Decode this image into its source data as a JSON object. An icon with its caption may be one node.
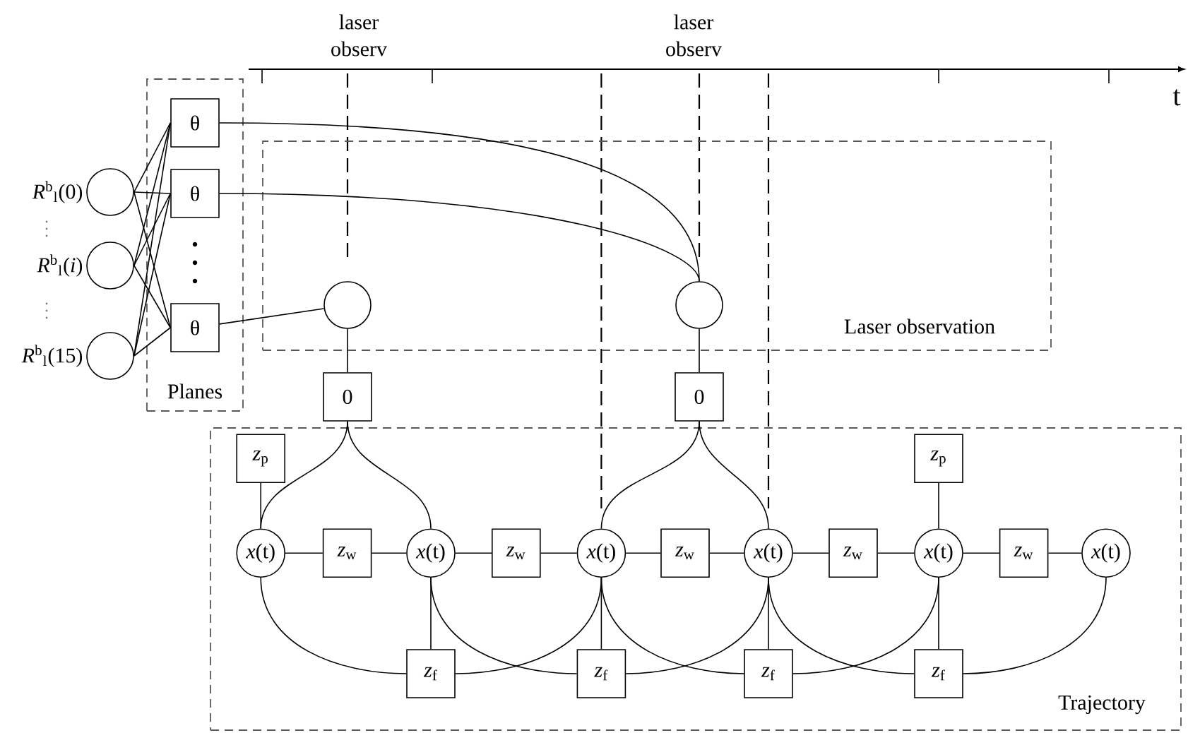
{
  "diagram": {
    "nodes": [
      {
        "text": [],
        "shape": "circle",
        "beside": [
          "*R*$^{b}$$_{l}$(0)"
        ]
      },
      {
        "text": [],
        "shape": "circle",
        "beside": [
          "*R*$^{b}$$_{l}$(*i*)"
        ]
      },
      {
        "text": [],
        "shape": "circle",
        "beside": [
          "*R*$^{b}$$_{l}$(15)"
        ]
      },
      {
        "text": [
          "Planes"
        ]
      },
      {
        "text": [
          "θ"
        ],
        "in": 3
      },
      {
        "text": [
          "θ"
        ],
        "in": 3
      },
      {
        "text": [
          "θ"
        ],
        "in": 3
      },
      {
        "text": [
          "Laser observation"
        ]
      },
      {
        "text": [],
        "shape": "circle",
        "in": 7
      },
      {
        "text": [],
        "shape": "circle",
        "in": 7
      },
      {
        "text": [
          "0"
        ]
      },
      {
        "text": [
          "0"
        ]
      },
      {
        "text": [
          "Trajectory"
        ]
      },
      {
        "text": [
          "*z*$_{p}$"
        ],
        "in": 12
      },
      {
        "text": [
          "*z*$_{p}$"
        ],
        "in": 12
      },
      {
        "text": [
          "*x*(t)"
        ],
        "in": 12
      },
      {
        "text": [
          "*z*$_{w}$"
        ],
        "in": 12
      },
      {
        "text": [
          "*x*(t)"
        ],
        "in": 12
      },
      {
        "text": [
          "*z*$_{w}$"
        ],
        "in": 12
      },
      {
        "text": [
          "*x*(t)"
        ],
        "in": 12
      },
      {
        "text": [
          "*z*$_{w}$"
        ],
        "in": 12
      },
      {
        "text": [
          "*x*(t)"
        ],
        "in": 12
      },
      {
        "text": [
          "*z*$_{w}$"
        ],
        "in": 12
      },
      {
        "text": [
          "*x*(t)"
        ],
        "in": 12
      },
      {
        "text": [
          "*z*$_{w}$"
        ],
        "in": 12
      },
      {
        "text": [
          "*x*(t)"
        ],
        "in": 12
      },
      {
        "text": [
          "*z*$_{f}$"
        ],
        "in": 12
      },
      {
        "text": [
          "*z*$_{f}$"
        ],
        "in": 12
      },
      {
        "text": [
          "*z*$_{f}$"
        ],
        "in": 12
      },
      {
        "text": [
          "*z*$_{f}$"
        ],
        "in": 12
      }
    ],
    "edges": [
      {
        "from": 0,
        "to": 4,
        "arrow": "none"
      },
      {
        "from": 0,
        "to": 5,
        "arrow": "none"
      },
      {
        "from": 0,
        "to": 6,
        "arrow": "none"
      },
      {
        "from": 1,
        "to": 4,
        "arrow": "none"
      },
      {
        "from": 1,
        "to": 5,
        "arrow": "none"
      },
      {
        "from": 1,
        "to": 6,
        "arrow": "none"
      },
      {
        "from": 2,
        "to": 4,
        "arrow": "none"
      },
      {
        "from": 2,
        "to": 5,
        "arrow": "none"
      },
      {
        "from": 2,
        "to": 6,
        "arrow": "none"
      },
      {
        "from": 4,
        "to": 9,
        "arrow": "none"
      },
      {
        "from": 5,
        "to": 9,
        "arrow": "none"
      },
      {
        "from": 6,
        "to": 8,
        "arrow": "none"
      },
      {
        "from": 8,
        "to": 10,
        "arrow": "none"
      },
      {
        "from": 9,
        "to": 11,
        "arrow": "none"
      },
      {
        "from": 10,
        "to": 15,
        "arrow": "none"
      },
      {
        "from": 10,
        "to": 17,
        "arrow": "none"
      },
      {
        "from": 11,
        "to": 19,
        "arrow": "none"
      },
      {
        "from": 11,
        "to": 21,
        "arrow": "none"
      },
      {
        "from": 13,
        "to": 15,
        "arrow": "none"
      },
      {
        "from": 14,
        "to": 23,
        "arrow": "none"
      },
      {
        "from": 15,
        "to": 16,
        "arrow": "none"
      },
      {
        "from": 16,
        "to": 17,
        "arrow": "none"
      },
      {
        "from": 17,
        "to": 18,
        "arrow": "none"
      },
      {
        "from": 18,
        "to": 19,
        "arrow": "none"
      },
      {
        "from": 19,
        "to": 20,
        "arrow": "none"
      },
      {
        "from": 20,
        "to": 21,
        "arrow": "none"
      },
      {
        "from": 21,
        "to": 22,
        "arrow": "none"
      },
      {
        "from": 22,
        "to": 23,
        "arrow": "none"
      },
      {
        "from": 23,
        "to": 24,
        "arrow": "none"
      },
      {
        "from": 24,
        "to": 25,
        "arrow": "none"
      },
      {
        "from": 15,
        "to": 26,
        "arrow": "none"
      },
      {
        "from": 17,
        "to": 26,
        "arrow": "none"
      },
      {
        "from": 19,
        "to": 26,
        "arrow": "none"
      },
      {
        "from": 17,
        "to": 27,
        "arrow": "none"
      },
      {
        "from": 19,
        "to": 27,
        "arrow": "none"
      },
      {
        "from": 21,
        "to": 27,
        "arrow": "none"
      },
      {
        "from": 19,
        "to": 28,
        "arrow": "none"
      },
      {
        "from": 21,
        "to": 28,
        "arrow": "none"
      },
      {
        "from": 23,
        "to": 28,
        "arrow": "none"
      },
      {
        "from": 21,
        "to": 29,
        "arrow": "none"
      },
      {
        "from": 23,
        "to": 29,
        "arrow": "none"
      },
      {
        "from": 25,
        "to": 29,
        "arrow": "none"
      }
    ],
    "labels": [
      "laser observ",
      "laser observ",
      "t"
    ]
  }
}
